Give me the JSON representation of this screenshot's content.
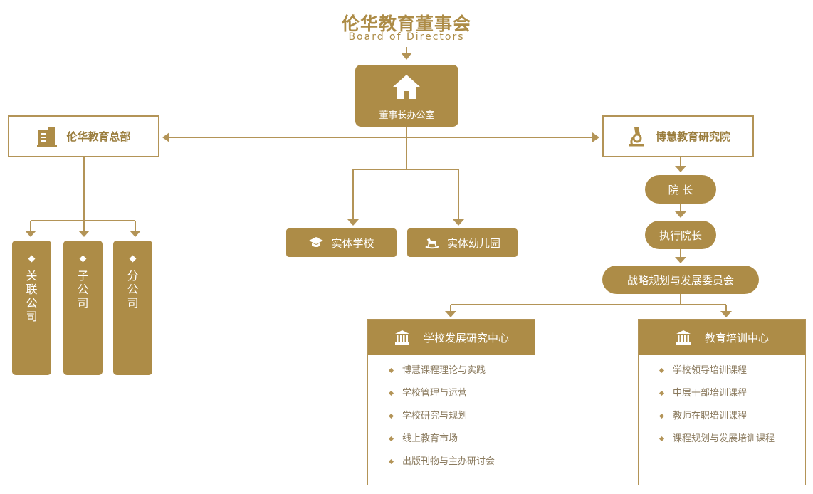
{
  "header": {
    "title": "伦华教育董事会",
    "subtitle": "Board of Directors"
  },
  "chairman_office": {
    "label": "董事长办公室",
    "icon": "home-icon"
  },
  "headquarters": {
    "label": "伦华教育总部",
    "icon": "building-icon"
  },
  "institute": {
    "label": "博慧教育研究院",
    "icon": "microscope-icon"
  },
  "subsidiaries": [
    {
      "label": "关联公司"
    },
    {
      "label": "子公司"
    },
    {
      "label": "分公司"
    }
  ],
  "schools": [
    {
      "label": "实体学校",
      "icon": "graduation-cap-icon"
    },
    {
      "label": "实体幼儿园",
      "icon": "rocking-horse-icon"
    }
  ],
  "institute_chain": {
    "dean": "院 长",
    "executive_dean": "执行院长",
    "committee": "战略规划与发展委员会"
  },
  "centers": [
    {
      "title": "学校发展研究中心",
      "icon": "institution-icon",
      "items": [
        "博慧课程理论与实践",
        "学校管理与运营",
        "学校研究与规划",
        "线上教育市场",
        "出版刊物与主办研讨会"
      ]
    },
    {
      "title": "教育培训中心",
      "icon": "institution-icon",
      "items": [
        "学校领导培训课程",
        "中层干部培训课程",
        "教师在职培训课程",
        "课程规划与发展培训课程"
      ]
    }
  ],
  "colors": {
    "accent": "#ad8c47",
    "line": "#b39457"
  }
}
